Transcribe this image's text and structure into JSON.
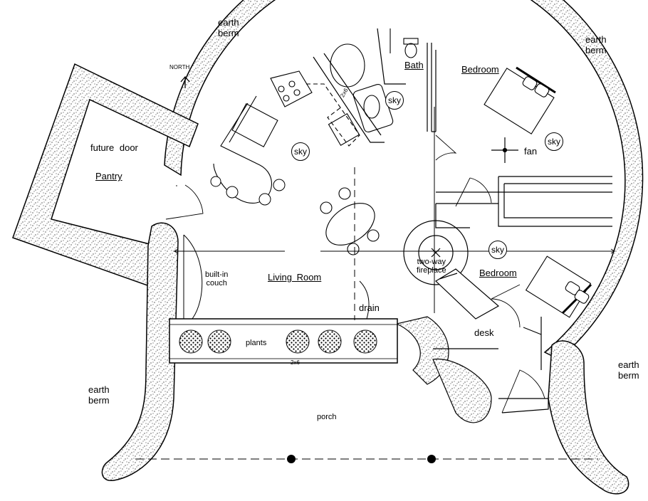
{
  "labels": {
    "earth_berm": "earth berm",
    "earth": "earth",
    "berm": "berm",
    "north": "NORTH",
    "future_door": "future door",
    "pantry": "Pantry",
    "bath": "Bath",
    "bedroom": "Bedroom",
    "sky": "sky",
    "fan": "fan",
    "built_in": "built-in",
    "couch": "couch",
    "living_room": "Living Room",
    "two_way": "two-way",
    "fireplace": "fireplace",
    "drain": "drain",
    "desk": "desk",
    "plants": "plants",
    "dim_2x6": "2x6",
    "porch": "porch"
  },
  "colors": {
    "line": "#000000",
    "berm_fill": "#ffffff",
    "stipple": "#000000"
  }
}
